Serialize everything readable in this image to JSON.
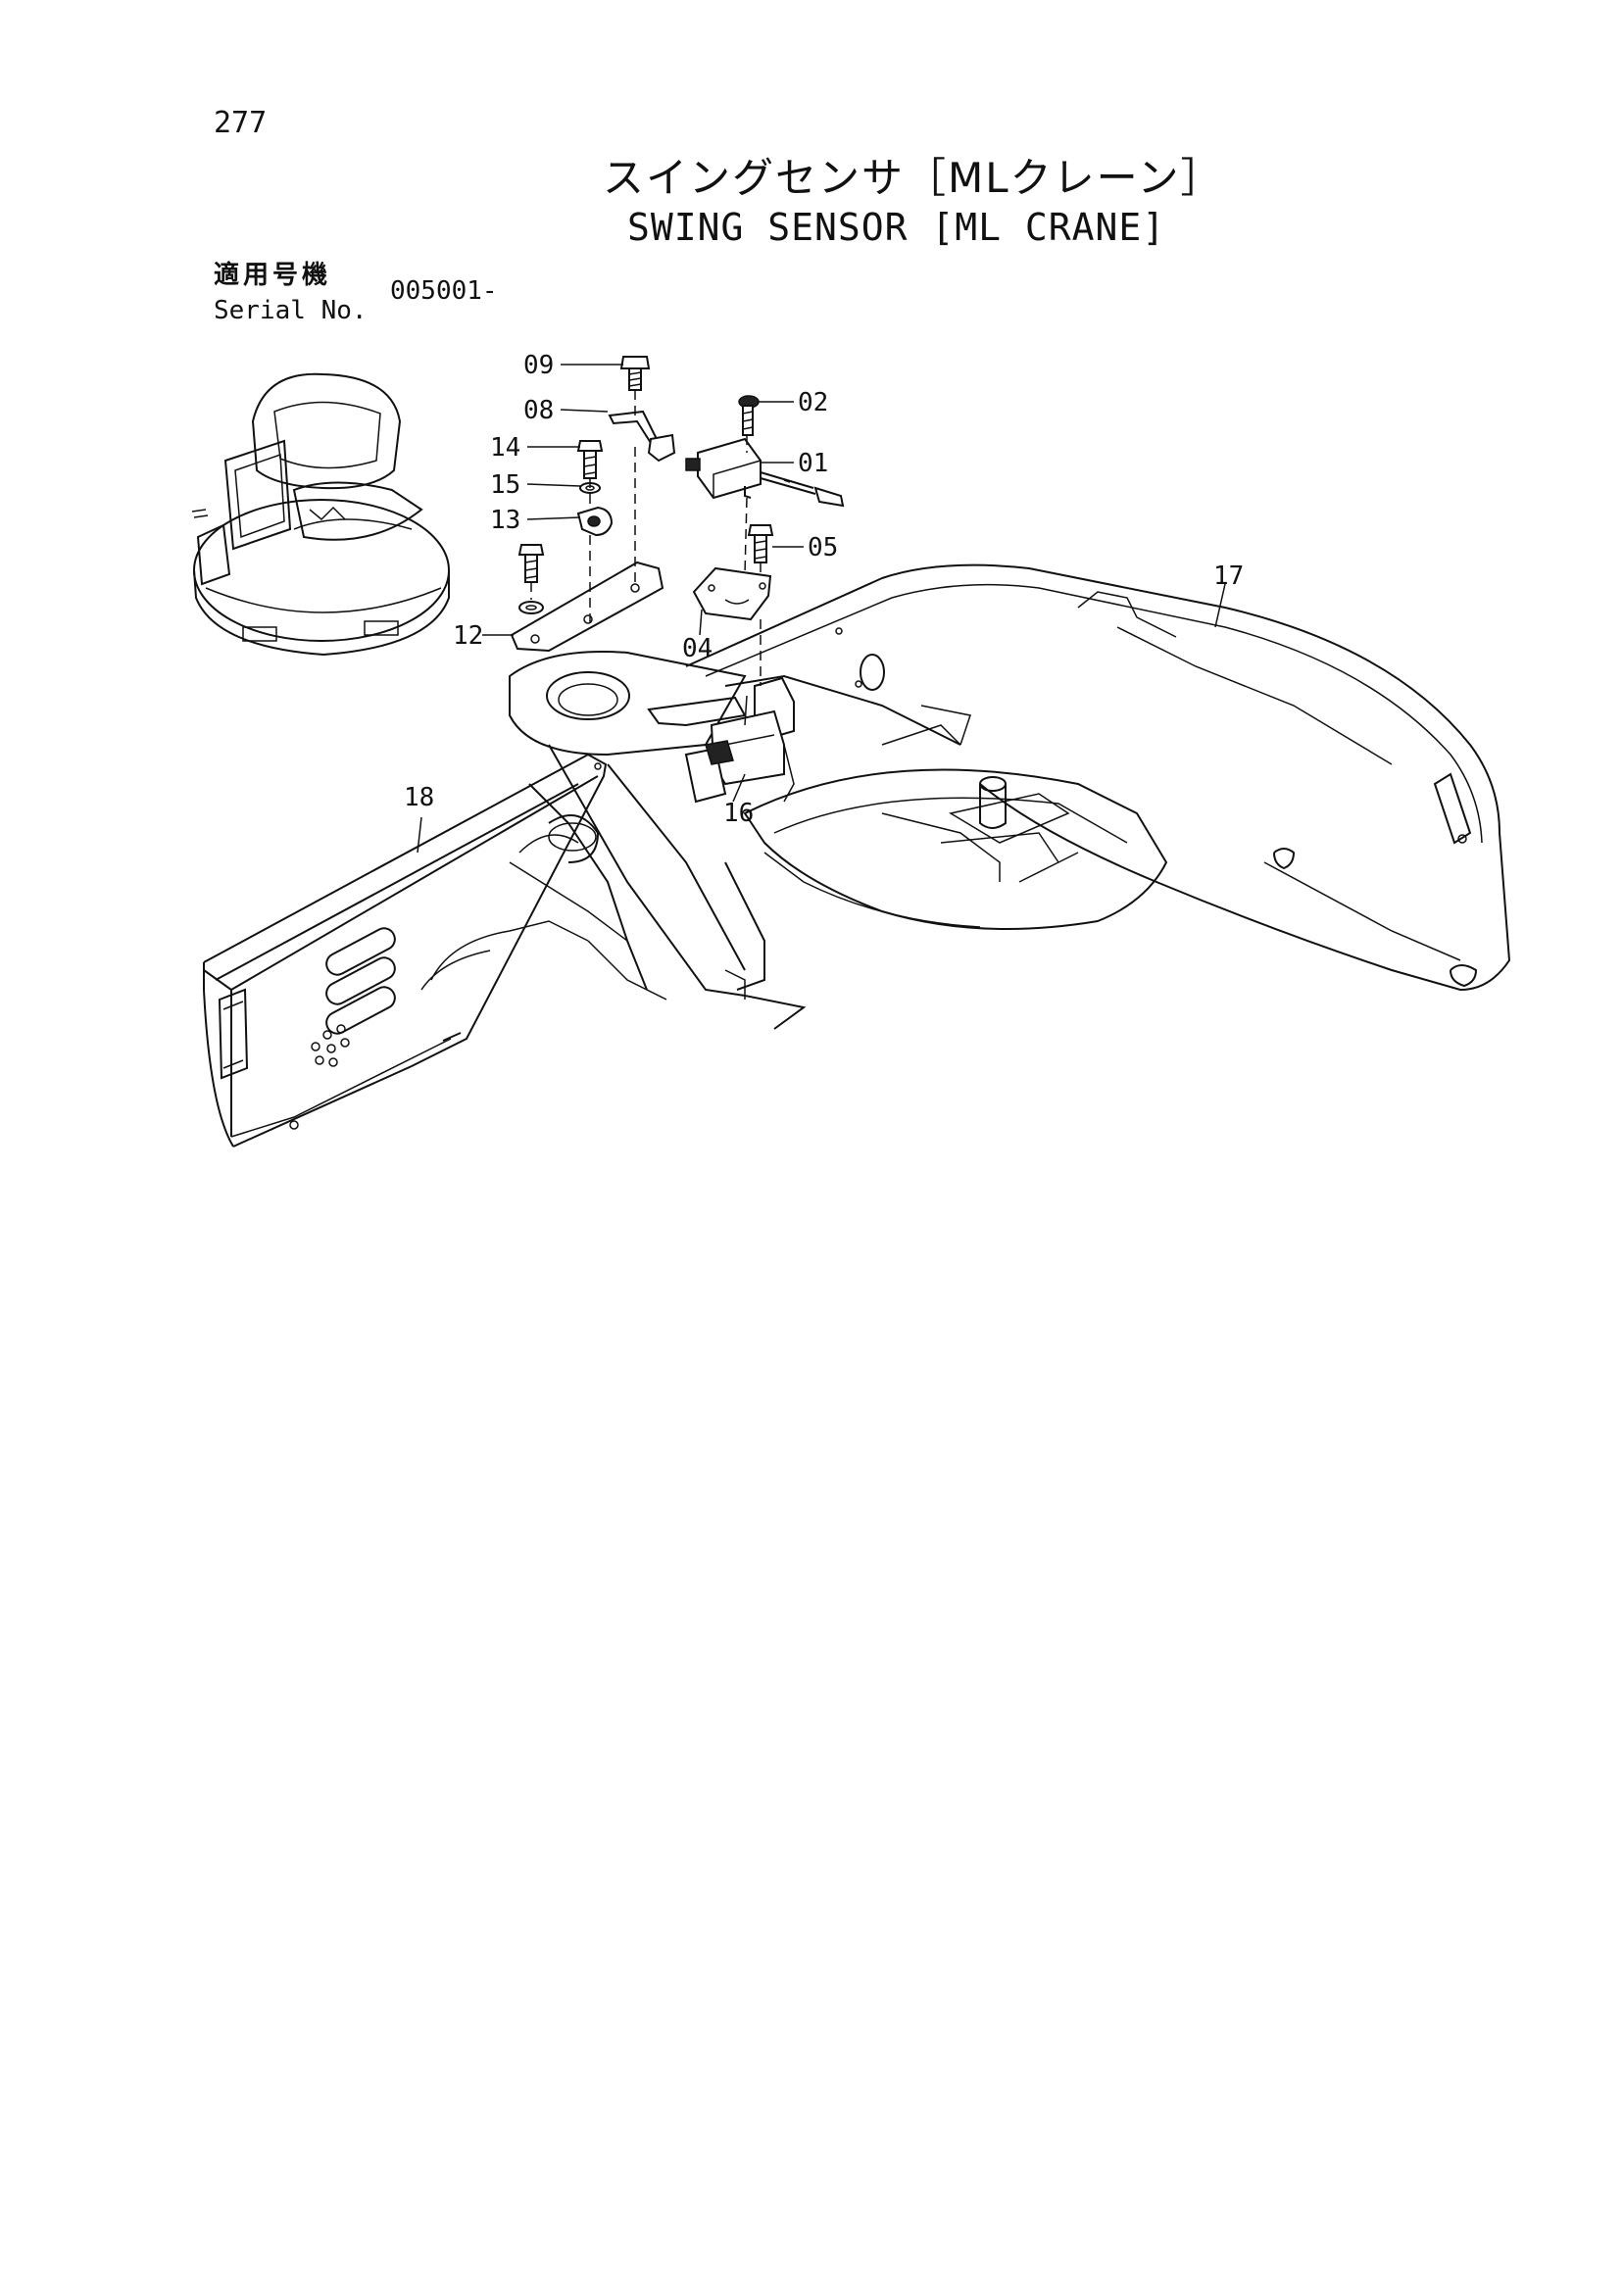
{
  "page_number": "277",
  "title_jp": "スイングセンサ［MLクレーン］",
  "title_en": "SWING SENSOR [ML CRANE]",
  "serial": {
    "label_jp": "適用号機",
    "label_en": "Serial No.",
    "value": "005001-"
  },
  "callouts": {
    "p01": "01",
    "p02": "02",
    "p04": "04",
    "p05": "05",
    "p08": "08",
    "p09": "09",
    "p12": "12",
    "p13": "13",
    "p14": "14",
    "p15": "15",
    "p16": "16",
    "p17": "17",
    "p18": "18"
  }
}
